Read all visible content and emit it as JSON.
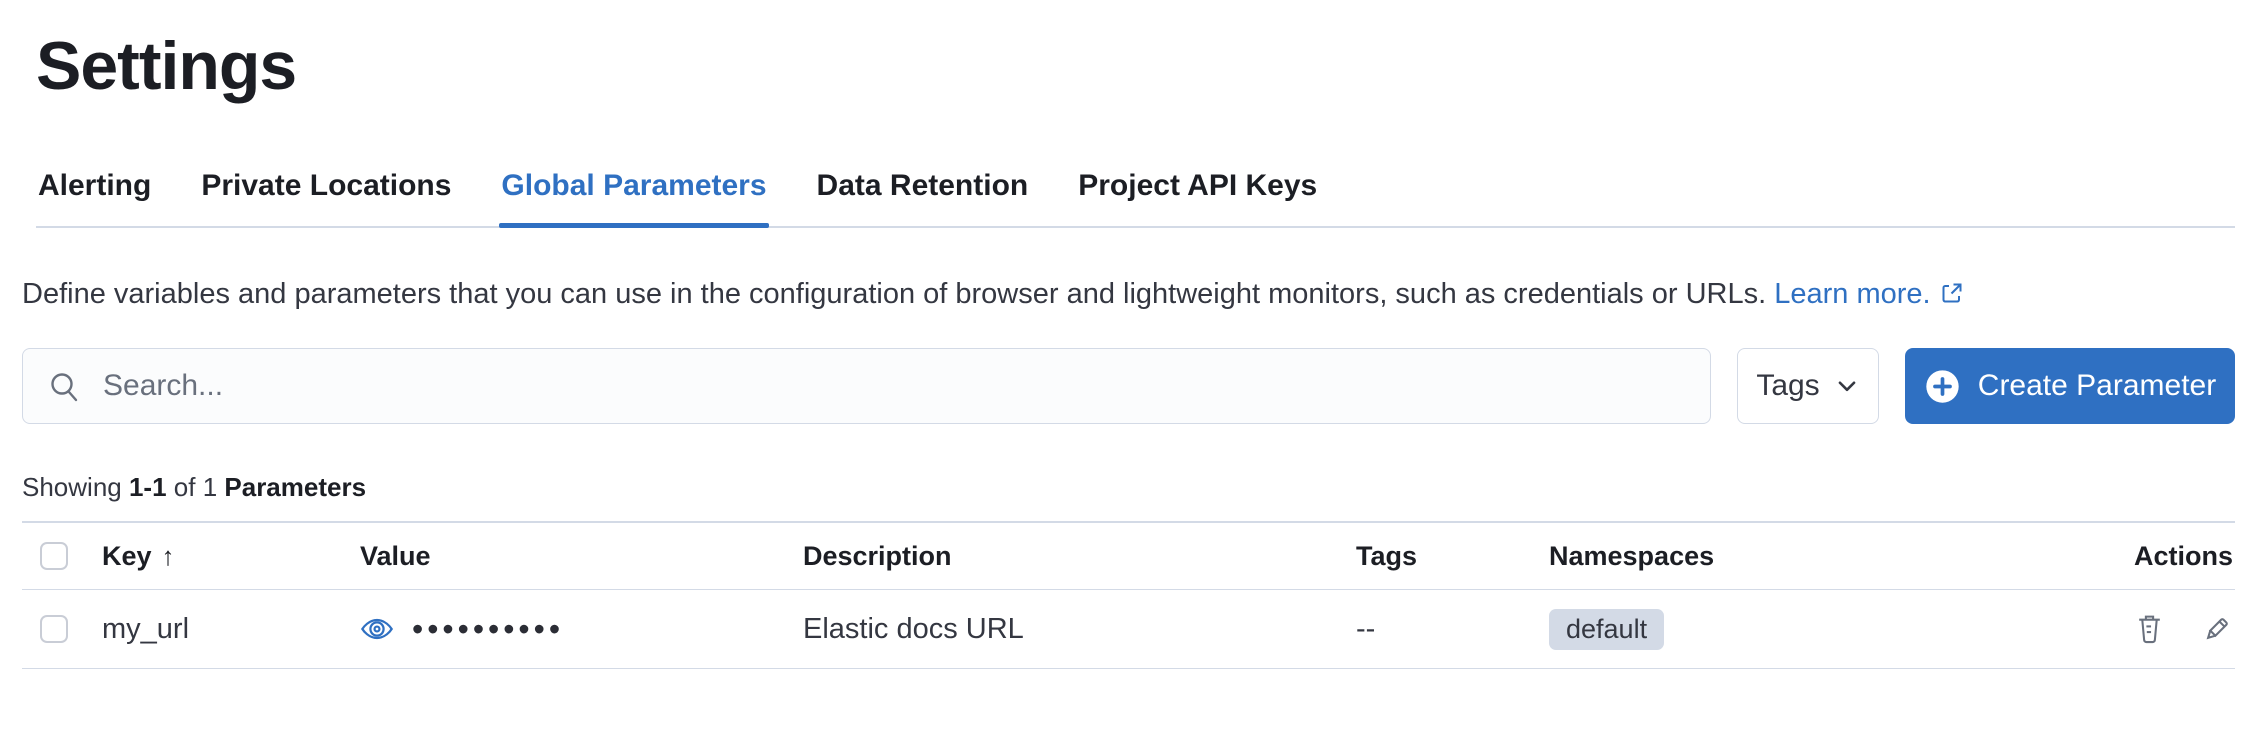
{
  "page": {
    "title": "Settings"
  },
  "tabs": [
    {
      "label": "Alerting",
      "active": false
    },
    {
      "label": "Private Locations",
      "active": false
    },
    {
      "label": "Global Parameters",
      "active": true
    },
    {
      "label": "Data Retention",
      "active": false
    },
    {
      "label": "Project API Keys",
      "active": false
    }
  ],
  "description": {
    "text": "Define variables and parameters that you can use in the configuration of browser and lightweight monitors, such as credentials or URLs.",
    "link_label": "Learn more."
  },
  "toolbar": {
    "search_placeholder": "Search...",
    "search_value": "",
    "tags_button_label": "Tags",
    "create_button_label": "Create Parameter"
  },
  "summary": {
    "prefix": "Showing",
    "range": "1-1",
    "middle": "of 1",
    "entity": "Parameters"
  },
  "table": {
    "columns": [
      "Key",
      "Value",
      "Description",
      "Tags",
      "Namespaces",
      "Actions"
    ],
    "sorted_column": "Key",
    "sort_direction": "ascending",
    "sort_indicator": "↑",
    "rows": [
      {
        "key": "my_url",
        "value_masked": "••••••••••",
        "description": "Elastic docs URL",
        "tags": "--",
        "namespaces": [
          "default"
        ]
      }
    ]
  },
  "icons": {
    "search": "search-icon",
    "chevron_down": "chevron-down-icon",
    "plus_in_circle": "plus-in-circle-icon",
    "external_link": "external-link-icon",
    "eye": "eye-icon",
    "trash": "trash-icon",
    "pencil": "pencil-icon"
  },
  "colors": {
    "accent_blue": "#2f70c2",
    "text": "#343741",
    "heading": "#1c1e24",
    "icon_gray": "#69707d",
    "border_gray": "#d3dae6",
    "badge_bg": "#d3dae6",
    "field_bg": "#fbfcfd"
  }
}
